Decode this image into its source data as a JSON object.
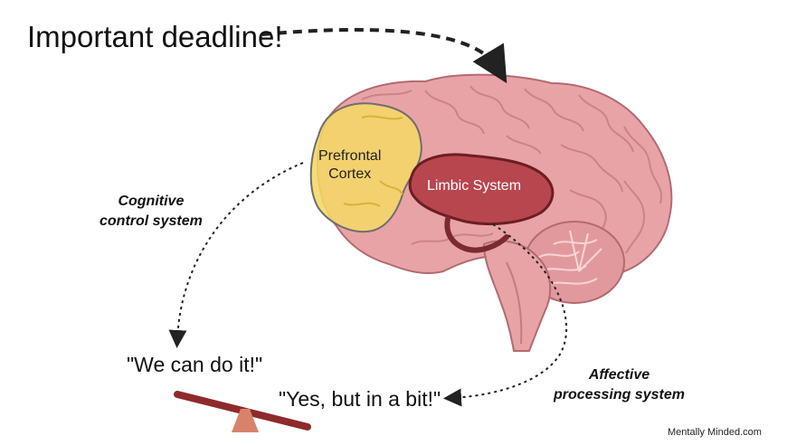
{
  "title": "Important deadline!",
  "brain": {
    "prefrontal_label_line1": "Prefrontal",
    "prefrontal_label_line2": "Cortex",
    "limbic_label": "Limbic System"
  },
  "systems": {
    "cognitive_line1": "Cognitive",
    "cognitive_line2": "control system",
    "affective_line1": "Affective",
    "affective_line2": "processing system"
  },
  "quotes": {
    "cognitive_quote": "\"We can do it!\"",
    "affective_quote": "\"Yes, but in a bit!\""
  },
  "credit": "Mentally Minded.com",
  "colors": {
    "brain": "#e8a3a6",
    "brain_outline": "#b36a70",
    "prefrontal": "#f4d766",
    "limbic": "#b8464e",
    "seesaw_plank": "#8e2a2a",
    "seesaw_fulcrum": "#d9826b"
  }
}
